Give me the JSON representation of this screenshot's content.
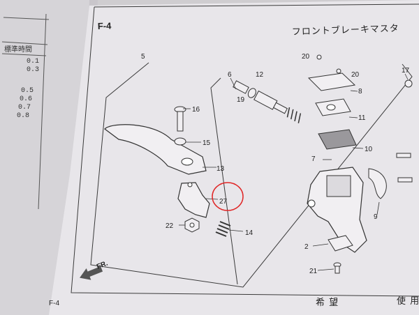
{
  "header": {
    "section_code": "F-4",
    "title": "フロントブレーキマスタ"
  },
  "left_page": {
    "header": "標準時間",
    "values": [
      "0.1",
      "0.3",
      "0.5",
      "0.6",
      "0.7",
      "0.8"
    ]
  },
  "parts": {
    "p5": "5",
    "p6": "6",
    "p12": "12",
    "p19": "19",
    "p20a": "20",
    "p20b": "20",
    "p8": "8",
    "p11": "11",
    "p10": "10",
    "p7": "7",
    "p16": "16",
    "p15": "15",
    "p13": "13",
    "p27": "27",
    "p22": "22",
    "p14": "14",
    "p9": "9",
    "p2": "2",
    "p21": "21",
    "p17": "17"
  },
  "direction_label": "FR.",
  "footer": {
    "page_code": "F-4",
    "col1": "希 望",
    "col2": "使 用"
  },
  "colors": {
    "callout": "#e02626",
    "paper": "#e8e6ea",
    "ink": "#333333"
  }
}
